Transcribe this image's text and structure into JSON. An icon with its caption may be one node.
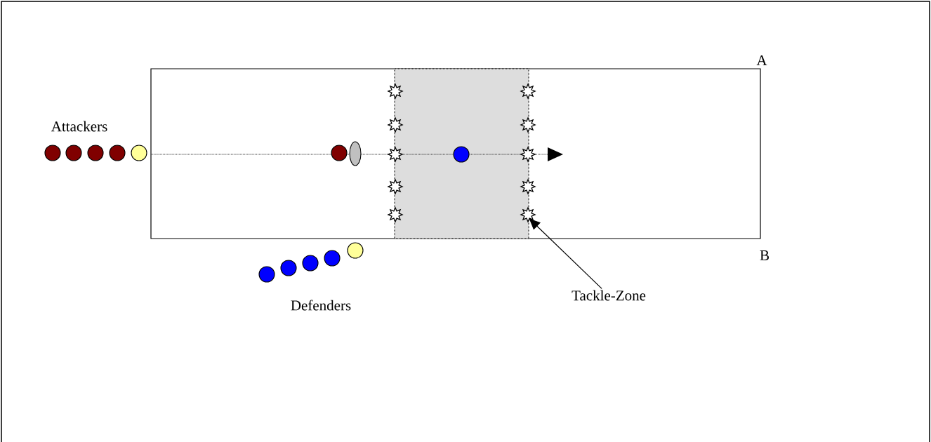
{
  "diagram": {
    "nodes": [
      {
        "text": [],
        "shape": "box"
      },
      {
        "text": [
          "Tackle-Zone"
        ]
      }
    ],
    "edges": [
      {
        "from": 1,
        "to": 0,
        "arrow": "to"
      }
    ],
    "labels": [
      "A",
      "Attackers",
      "B",
      "Defenders"
    ]
  }
}
